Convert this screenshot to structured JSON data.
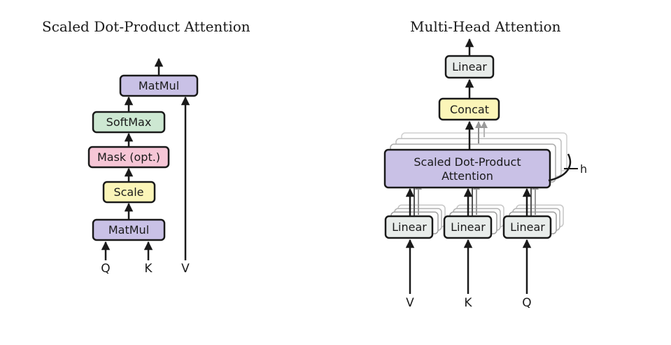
{
  "left": {
    "title": "Scaled Dot-Product Attention",
    "blocks": {
      "matmul_top": "MatMul",
      "softmax": "SoftMax",
      "mask": "Mask (opt.)",
      "scale": "Scale",
      "matmul_bottom": "MatMul"
    },
    "inputs": {
      "q": "Q",
      "k": "K",
      "v": "V"
    }
  },
  "right": {
    "title": "Multi-Head Attention",
    "blocks": {
      "linear_out": "Linear",
      "concat": "Concat",
      "attention_line1": "Scaled Dot-Product",
      "attention_line2": "Attention",
      "linear_v": "Linear",
      "linear_k": "Linear",
      "linear_q": "Linear"
    },
    "heads_label": "h",
    "inputs": {
      "v": "V",
      "k": "K",
      "q": "Q"
    }
  },
  "colors": {
    "matmul": "#c9c1e6",
    "softmax": "#cde8d2",
    "mask": "#f6c6d6",
    "scale": "#fbf5b8",
    "linear": "#e8ecea",
    "concat": "#fbf5b8",
    "attention": "#c9c1e6",
    "stroke": "#1a1a1a"
  }
}
